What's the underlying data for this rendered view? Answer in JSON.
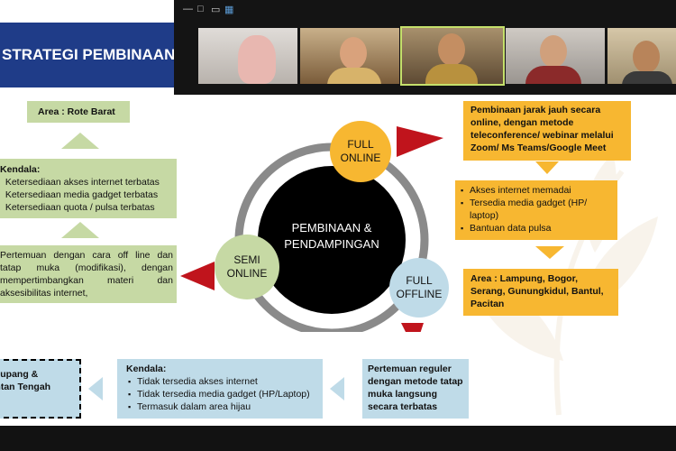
{
  "slide": {
    "title": "STRATEGI PEMBINAAN",
    "center": {
      "line1": "PEMBINAAN &",
      "line2": "PENDAMPINGAN"
    },
    "nodes": {
      "full_online": {
        "line1": "FULL",
        "line2": "ONLINE"
      },
      "full_offline": {
        "line1": "FULL",
        "line2": "OFFLINE"
      },
      "semi_online": {
        "line1": "SEMI",
        "line2": "ONLINE"
      }
    },
    "left": {
      "area": "Area : Rote Barat",
      "kendala_title": "Kendala:",
      "kendala_items": [
        "Ketersediaan akses internet terbatas",
        "Ketersediaan media gadget terbatas",
        "Ketersediaan quota /  pulsa terbatas"
      ],
      "desc": "Pertemuan dengan cara off line dan tatap muka (modifikasi), dengan mempertimbangkan materi dan aksesibilitas internet,"
    },
    "right": {
      "desc": "Pembinaan jarak jauh secara online, dengan metode teleconference/ webinar melalui Zoom/ Ms Teams/Google Meet",
      "items": [
        "Akses internet memadai",
        "Tersedia media gadget  (HP/ laptop)",
        "Bantuan data pulsa"
      ],
      "area": "Area : Lampung, Bogor, Serang, Gunungkidul,  Bantul, Pacitan"
    },
    "bottom": {
      "area": "Area : Kupang & Kalimantan Tengah",
      "kendala_title": "Kendala:",
      "kendala_items": [
        "Tidak tersedia akses internet",
        "Tidak tersedia media gadget (HP/Laptop)",
        " Termasuk dalam area hijau"
      ],
      "desc": "Pertemuan reguler dengan metode tatap muka langsung secara terbatas"
    }
  },
  "video": {
    "controls": {
      "minimize": "—",
      "restore": "□",
      "close": "▭",
      "grid": "▦"
    }
  },
  "colors": {
    "title_bg": "#1f3c88",
    "green": "#c6d9a4",
    "orange": "#f7b731",
    "blue": "#bfdbe8",
    "arrow_red": "#c0141c",
    "ring": "#8a8a8a"
  }
}
